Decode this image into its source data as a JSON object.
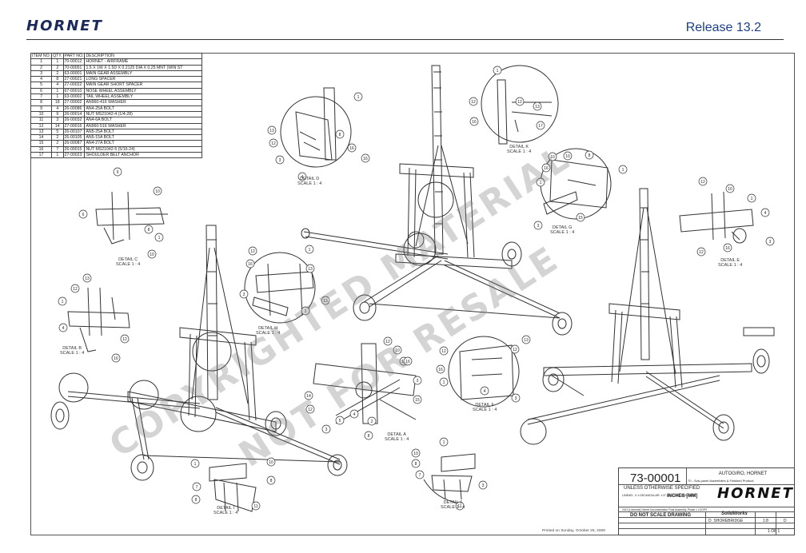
{
  "header": {
    "logo": "HORNET",
    "release": "Release 13.2"
  },
  "bom": {
    "headers": [
      "ITEM NO.",
      "QTY.",
      "PART NO.",
      "DESCRIPTION"
    ],
    "rows": [
      [
        "1",
        "1",
        "70-00012",
        "HORNET - AIRFRAME"
      ],
      [
        "2",
        "2",
        "70-00051",
        "1.5 X 1W X 1.5D X 0.2125 DIA X 0.25 MNT (WIN ST"
      ],
      [
        "3",
        "2",
        "63-00001",
        "MAIN GEAR ASSEMBLY"
      ],
      [
        "4",
        "8",
        "27-00021",
        "LONG SPACER"
      ],
      [
        "5",
        "4",
        "27-00022",
        "MAIN GEAR SHORT SPACER"
      ],
      [
        "6",
        "1",
        "67-00010",
        "NOSE WHEEL ASSEMBLY"
      ],
      [
        "7",
        "1",
        "63-00002",
        "TAIL WHEEL ASSEMBLY"
      ],
      [
        "8",
        "18",
        "27-00002",
        "AN960-416 WASHER"
      ],
      [
        "9",
        "4",
        "26-00086",
        "AN4-25A BOLT"
      ],
      [
        "10",
        "9",
        "26-00014",
        "NUT MS21042-4 (1/4-28)"
      ],
      [
        "11",
        "3",
        "26-00032",
        "AN4-6A BOLT"
      ],
      [
        "12",
        "14",
        "27-00016",
        "AN960-516 WASHER"
      ],
      [
        "13",
        "5",
        "26-00107",
        "AN5-25A BOLT"
      ],
      [
        "14",
        "2",
        "26-00105",
        "AN5-15A BOLT"
      ],
      [
        "15",
        "2",
        "26-00087",
        "AN4-27A BOLT"
      ],
      [
        "16",
        "7",
        "26-00015",
        "NUT MS21042-5 (5/16-24)"
      ],
      [
        "17",
        "1",
        "27-00023",
        "SHOULDER BELT ANCHOR"
      ]
    ]
  },
  "details": {
    "d": [
      "DETAIL D",
      "SCALE 1 : 4"
    ],
    "k": [
      "DETAIL K",
      "SCALE 1 : 4"
    ],
    "c": [
      "DETAIL C",
      "SCALE 1 : 4"
    ],
    "g": [
      "DETAIL G",
      "SCALE 1 : 4"
    ],
    "e": [
      "DETAIL E",
      "SCALE 1 : 4"
    ],
    "h": [
      "DETAIL H",
      "SCALE 1 : 4"
    ],
    "b": [
      "DETAIL B",
      "SCALE 1 : 4"
    ],
    "f": [
      "DETAIL F",
      "SCALE 1 : 4"
    ],
    "a": [
      "DETAIL A",
      "SCALE 1 : 4"
    ],
    "i": [
      "DETAIL I",
      "SCALE 1 : 4"
    ],
    "j": [
      "DETAIL J",
      "SCALE 1 : 4"
    ]
  },
  "watermark": {
    "line1": "COPYRIGHTED MATERIAL",
    "line2": "NOT FOR RESALE"
  },
  "title_block": {
    "part_number": "73-00001",
    "part_title": "AUTOGIRO, HORNET",
    "part_desc": "70 - Sub-panel Assemblies & Finished Product",
    "unless": "UNLESS OTHERWISE SPECIFIED",
    "tolerances": "LINEAR: .X ±.030  ANGULAR: ±.5°  .XX ±.010  .XXX ±.005",
    "units": "INCHES [MM]",
    "logo": "HORNET",
    "distribution": "2012 [Licensed] Hornet Documentation Final Assembly. Phase 1 LOOPS",
    "do_not_scale": "DO NOT SCALE DRAWING",
    "software": "SolidWorks",
    "drawn_by": "D. SHOREBRIDGE",
    "scale": "1:8",
    "size": "D",
    "sheet": "1 OF 1"
  },
  "printed": "Printed on Sunday, October 25, 2009",
  "balloons": [
    "1",
    "2",
    "3",
    "4",
    "5",
    "6",
    "7",
    "8",
    "9",
    "10",
    "11",
    "12",
    "13",
    "14",
    "15",
    "16",
    "17"
  ]
}
